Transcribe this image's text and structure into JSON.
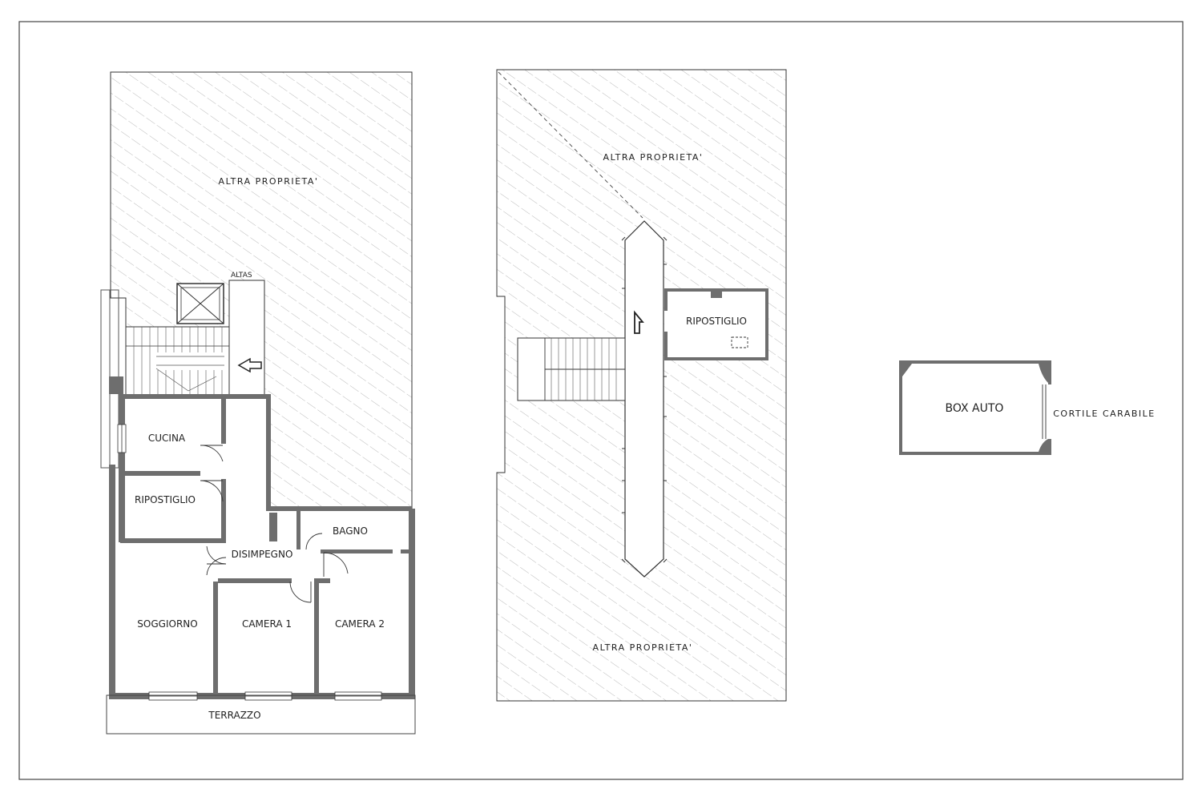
{
  "labels": {
    "altra_1": "ALTRA PROPRIETA'",
    "altra_2": "ALTRA PROPRIETA'",
    "altra_3": "ALTRA PROPRIETA'",
    "altas": "ALTAS",
    "cucina": "CUCINA",
    "ripostiglio_main": "RIPOSTIGLIO",
    "bagno": "BAGNO",
    "disimpegno": "DISIMPEGNO",
    "soggiorno": "SOGGIORNO",
    "camera_1": "CAMERA 1",
    "camera_2": "CAMERA 2",
    "terrazzo": "TERRAZZO",
    "ripostiglio_cellar": "RIPOSTIGLIO",
    "box_auto": "BOX AUTO",
    "cortile": "CORTILE CARABILE"
  }
}
